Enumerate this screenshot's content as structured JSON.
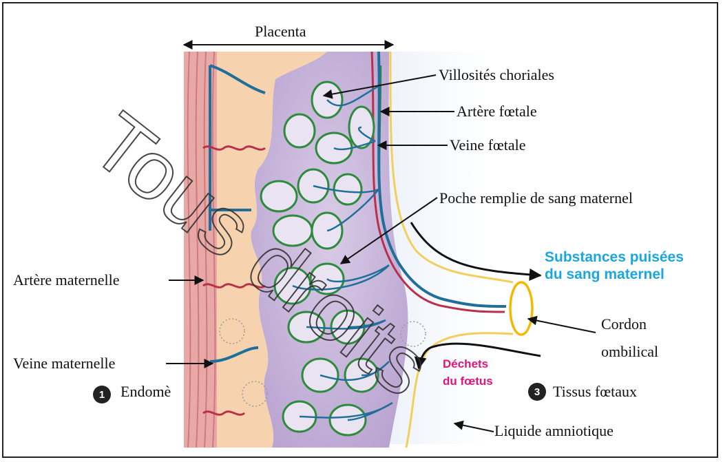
{
  "diagram": {
    "title": "Placenta",
    "labels": {
      "villosites": "Villosités choriales",
      "artere_foetale": "Artère  fœtale",
      "veine_foetale": "Veine fœtale",
      "poche": "Poche remplie de sang maternel",
      "artere_maternelle": "Artère maternelle",
      "veine_maternelle": "Veine maternelle",
      "endometre": "Endomè",
      "cordon_1": "Cordon",
      "cordon_2": "ombilical",
      "tissus": "Tissus fœtaux",
      "liquide": "Liquide amniotique"
    },
    "highlight": {
      "substances_1": "Substances puisées",
      "substances_2": "du sang maternel",
      "dechets_1": "Déchets",
      "dechets_2": "du fœtus"
    },
    "badges": {
      "one": "1",
      "three": "3"
    },
    "watermark": "Tous droits",
    "colors": {
      "substances": "#1aa7e1",
      "dechets": "#e0147b",
      "cordon": "#f5b800",
      "membrane": "#f2cf5a",
      "villus_border": "#2e8b3e",
      "vein": "#1f6f9a",
      "artery": "#b8304a"
    }
  }
}
